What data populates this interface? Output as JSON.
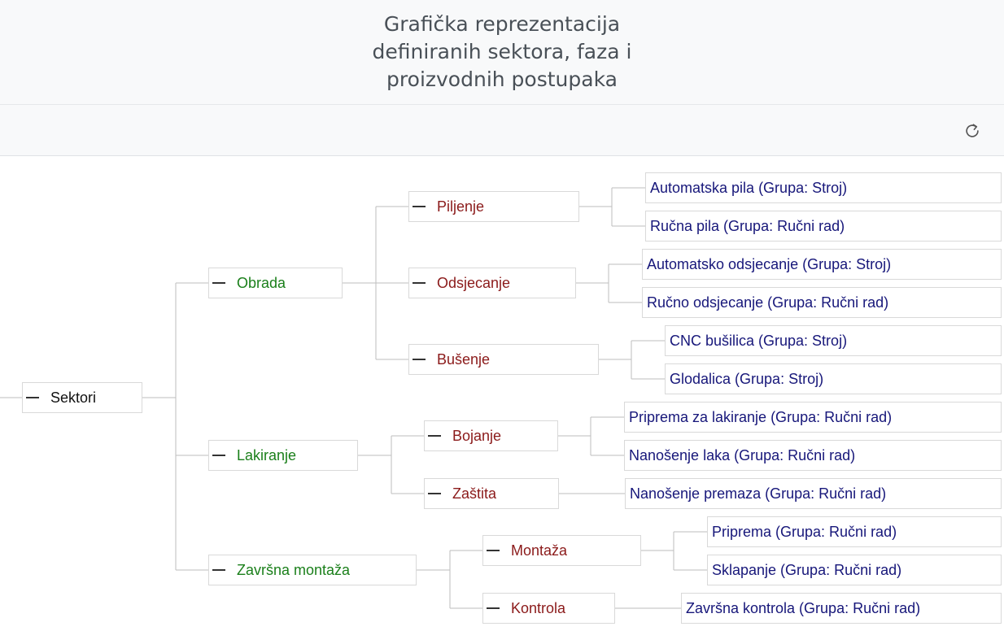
{
  "header": {
    "title": "Grafička reprezentacija definiranih sektora, faza i proizvodnih postupaka"
  },
  "toolbar": {
    "refresh_icon": "refresh-icon"
  },
  "tree": {
    "root": "Sektori",
    "sectors": [
      {
        "label": "Obrada",
        "phases": [
          {
            "label": "Piljenje",
            "processes": [
              "Automatska pila (Grupa: Stroj)",
              "Ručna pila (Grupa: Ručni rad)"
            ]
          },
          {
            "label": "Odsjecanje",
            "processes": [
              "Automatsko odsjecanje (Grupa: Stroj)",
              "Ručno odsjecanje (Grupa: Ručni rad)"
            ]
          },
          {
            "label": "Bušenje",
            "processes": [
              "CNC bušilica (Grupa: Stroj)",
              "Glodalica (Grupa: Stroj)"
            ]
          }
        ]
      },
      {
        "label": "Lakiranje",
        "phases": [
          {
            "label": "Bojanje",
            "processes": [
              "Priprema za lakiranje (Grupa: Ručni rad)",
              "Nanošenje laka (Grupa: Ručni rad)"
            ]
          },
          {
            "label": "Zaštita",
            "processes": [
              "Nanošenje premaza (Grupa: Ručni rad)"
            ]
          }
        ]
      },
      {
        "label": "Završna montaža",
        "phases": [
          {
            "label": "Montaža",
            "processes": [
              "Priprema (Grupa: Ručni rad)",
              "Sklapanje (Grupa: Ručni rad)"
            ]
          },
          {
            "label": "Kontrola",
            "processes": [
              "Završna kontrola (Grupa: Ručni rad)"
            ]
          }
        ]
      }
    ]
  },
  "colors": {
    "root": "#111111",
    "sector": "#1a7f1a",
    "phase": "#8b1a1a",
    "process": "#17177a",
    "line": "#bdbdbd"
  }
}
